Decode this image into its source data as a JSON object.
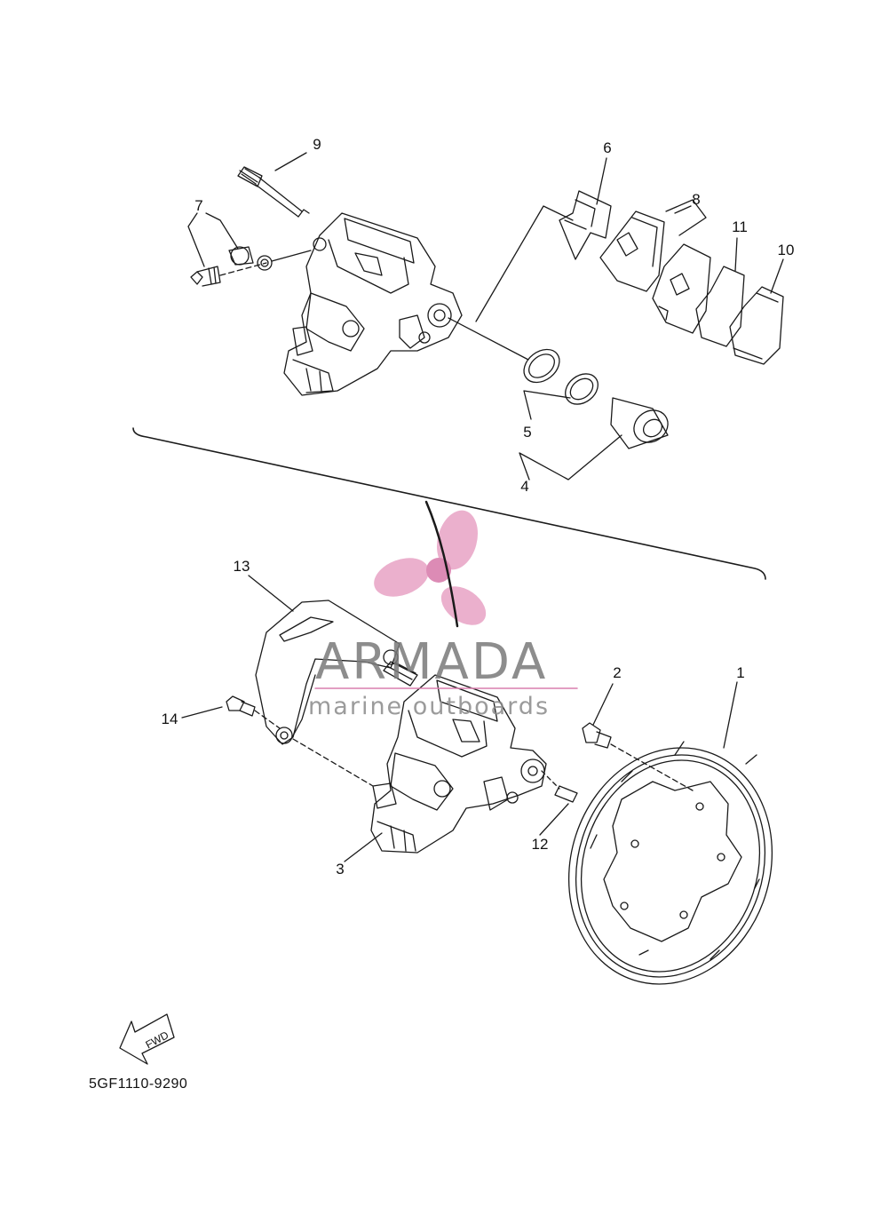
{
  "diagram": {
    "part_code": "5GF1110-9290",
    "fwd_label": "FWD",
    "callouts": [
      {
        "id": "1",
        "text": "1"
      },
      {
        "id": "2",
        "text": "2"
      },
      {
        "id": "3",
        "text": "3"
      },
      {
        "id": "4",
        "text": "4"
      },
      {
        "id": "5",
        "text": "5"
      },
      {
        "id": "6",
        "text": "6"
      },
      {
        "id": "7",
        "text": "7"
      },
      {
        "id": "8",
        "text": "8"
      },
      {
        "id": "9",
        "text": "9"
      },
      {
        "id": "10",
        "text": "10"
      },
      {
        "id": "11",
        "text": "11"
      },
      {
        "id": "12",
        "text": "12"
      },
      {
        "id": "13",
        "text": "13"
      },
      {
        "id": "14",
        "text": "14"
      }
    ]
  },
  "watermark": {
    "name": "ARMADA",
    "tagline": "marine outboards",
    "colors": {
      "logo_pink": "#e9a8c8",
      "text_gray": "#7a7a7a"
    }
  }
}
